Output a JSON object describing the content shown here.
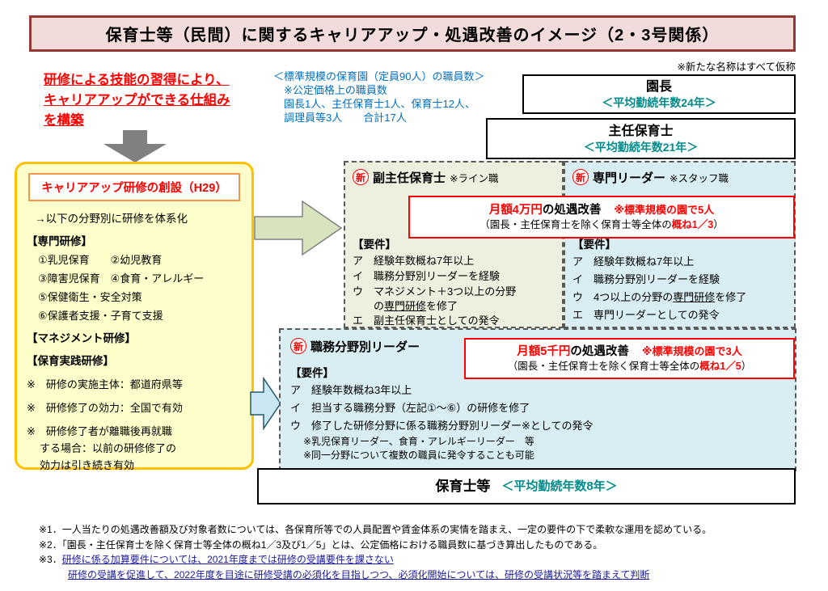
{
  "colors": {
    "title_bg": "#F2DBDB",
    "title_border": "#953735",
    "accent_red": "#FF0000",
    "teal": "#008B8B",
    "info_blue": "#0070C0",
    "footnote_blue": "#1A1A9C",
    "training_bg": "#FFFFCC",
    "training_border": "#FFC000",
    "line_role_bg": "#EDF0DF",
    "staff_role_bg": "#D9EEF3"
  },
  "icons": {
    "down_arrow": "down-block-arrow",
    "green_arrow": "right-block-arrow",
    "blue_arrow": "right-block-arrow"
  },
  "badges": {
    "new_label": "新"
  },
  "header": {
    "title": "保育士等（民間）に関するキャリアアップ・処遇改善のイメージ（2・3号関係）",
    "tentative_note": "※新たな名称はすべて仮称"
  },
  "intro": {
    "line1": "研修による技能の習得により、",
    "line2": "キャリアアップができる仕組み",
    "line3": "を構築"
  },
  "staffing": {
    "line1": "＜標準規模の保育園（定員90人）の職員数＞",
    "line2": "※公定価格上の職員数",
    "line3": "園長1人、主任保育士1人、保育士12人、",
    "line4": "調理員等3人　　合計17人"
  },
  "principal": {
    "title": "園長",
    "tenure": "＜平均勤続年数24年＞"
  },
  "head_teacher": {
    "title": "主任保育士",
    "tenure": "＜平均勤続年数21年＞"
  },
  "training": {
    "title": "キャリアアップ研修の創設（H29）",
    "lead": "→以下の分野別に研修を体系化",
    "senmon_header": "【専門研修】",
    "items": [
      "①乳児保育　　②幼児教育",
      "③障害児保育　④食育・アレルギー",
      "⑤保健衛生・安全対策",
      "⑥保護者支援・子育て支援"
    ],
    "management_header": "【マネジメント研修】",
    "practice_header": "【保育実践研修】",
    "note1": "※　研修の実施主体：都道府県等",
    "note2": "※　研修修了の効力：全国で有効",
    "note3_line1": "※　研修修了者が離職後再就職",
    "note3_line2": "する場合：以前の研修修了の",
    "note3_line3": "効力は引き続き有効"
  },
  "fuku_shunin": {
    "title": "副主任保育士",
    "type": "※ライン職",
    "req_header": "【要件】",
    "req_a": "ア　経験年数概ね7年以上",
    "req_i": "イ　職務分野別リーダーを経験",
    "req_u_line1": "ウ　マネジメント＋3つ以上の分野",
    "req_u_pre": "の",
    "req_u_ul": "専門研修",
    "req_u_post": "を修了",
    "req_e": "エ　副主任保育士としての発令"
  },
  "senmon_leader": {
    "title": "専門リーダー",
    "type": "※スタッフ職",
    "req_header": "【要件】",
    "req_a": "ア　経験年数概ね7年以上",
    "req_i": "イ　職務分野別リーダーを経験",
    "req_u_pre": "ウ　4つ以上の分野の",
    "req_u_ul": "専門研修",
    "req_u_post": "を修了",
    "req_e": "エ　専門リーダーとしての発令"
  },
  "allowance_40k": {
    "amount": "月額4万円",
    "label": "の処遇改善",
    "scale_note": "※標準規模の園で5人",
    "detail_pre": "（園長・主任保育士を除く保育士等全体の",
    "detail_em": "概ね1／3",
    "detail_post": "）"
  },
  "field_leader": {
    "title": "職務分野別リーダー",
    "req_header": "【要件】",
    "req_a": "ア　経験年数概ね3年以上",
    "req_i": "イ　担当する職務分野（左記①～⑥）の研修を修了",
    "req_u": "ウ　修了した研修分野に係る職務分野別リーダー※としての発令",
    "note1": "※乳児保育リーダー、食育・アレルギーリーダー　等",
    "note2": "※同一分野について複数の職員に発令することも可能"
  },
  "allowance_5k": {
    "amount": "月額5千円",
    "label": "の処遇改善",
    "scale_note": "※標準規模の園で3人",
    "detail_pre": "（園長・主任保育士を除く保育士等全体の",
    "detail_em": "概ね1／5",
    "detail_post": "）"
  },
  "hoikushi": {
    "title": "保育士等",
    "tenure": "＜平均勤続年数8年＞"
  },
  "footnotes": {
    "note1": "※1．一人当たりの処遇改善額及び対象者数については、各保育所等での人員配置や賃金体系の実情を踏まえ、一定の要件の下で柔軟な運用を認めている。",
    "note2": "※2．「園長・主任保育士を除く保育士等全体の概ね1／3及び1／5」とは、公定価格における職員数に基づき算出したものである。",
    "note3_prefix": "※3．",
    "note3_line1": "研修に係る加算要件については、2021年度までは研修の受講要件を課さない",
    "note3_line2": "研修の受講を促進して、2022年度を目途に研修受講の必須化を目指しつつ、必須化開始については、研修の受講状況等を踏まえて判断"
  }
}
